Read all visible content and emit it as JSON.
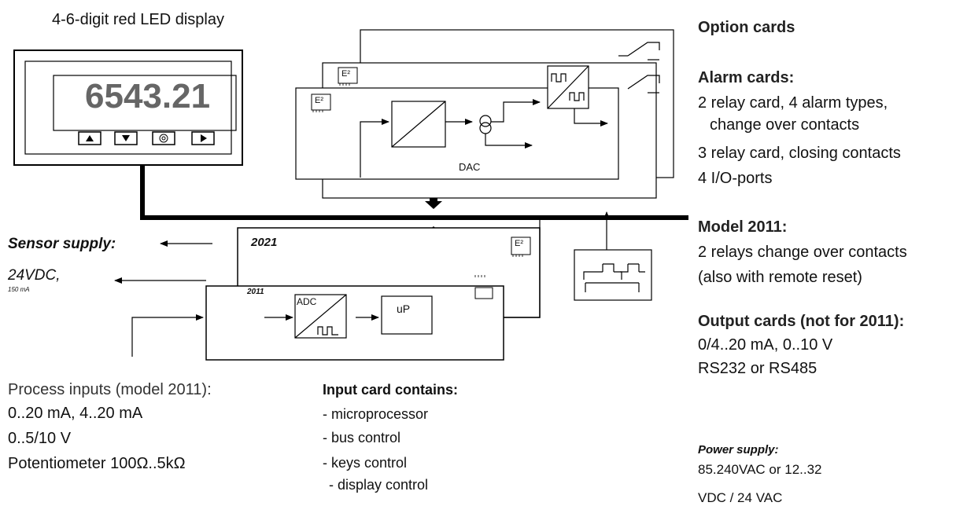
{
  "display": {
    "caption": "4-6-digit red LED display",
    "value": "6543.21"
  },
  "cards": {
    "eeprom_label": "E²",
    "dac_label": "DAC"
  },
  "main_board": {
    "model_2021": "2021",
    "model_2011": "2011",
    "adc_label": "ADC",
    "up_label": "uP"
  },
  "sensor": {
    "title": "Sensor supply:",
    "voltage": "24VDC,",
    "current": "150 mA"
  },
  "process_inputs": {
    "title": "Process inputs (model 2011):",
    "lines": [
      "0..20 mA, 4..20 mA",
      "0..5/10 V",
      "Potentiometer 100Ω..5kΩ"
    ]
  },
  "input_card": {
    "title": "Input card contains:",
    "items": [
      "- microprocessor",
      "- bus control",
      "- keys control",
      "- display control"
    ]
  },
  "right_panel": {
    "option_cards": "Option cards",
    "alarm_title": "Alarm cards:",
    "alarm_lines": [
      "2 relay card, 4 alarm types,",
      "change over contacts",
      "3 relay card, closing contacts",
      "4 I/O-ports"
    ],
    "model_title": "Model 2011:",
    "model_lines": [
      "2 relays change over contacts",
      "(also with remote reset)"
    ],
    "output_title": "Output cards (not for 2011):",
    "output_lines": [
      "0/4..20 mA, 0..10 V",
      "RS232 or RS485"
    ],
    "power_title": "Power supply:",
    "power_lines": [
      "85.240VAC or 12..32",
      "VDC / 24 VAC"
    ]
  }
}
